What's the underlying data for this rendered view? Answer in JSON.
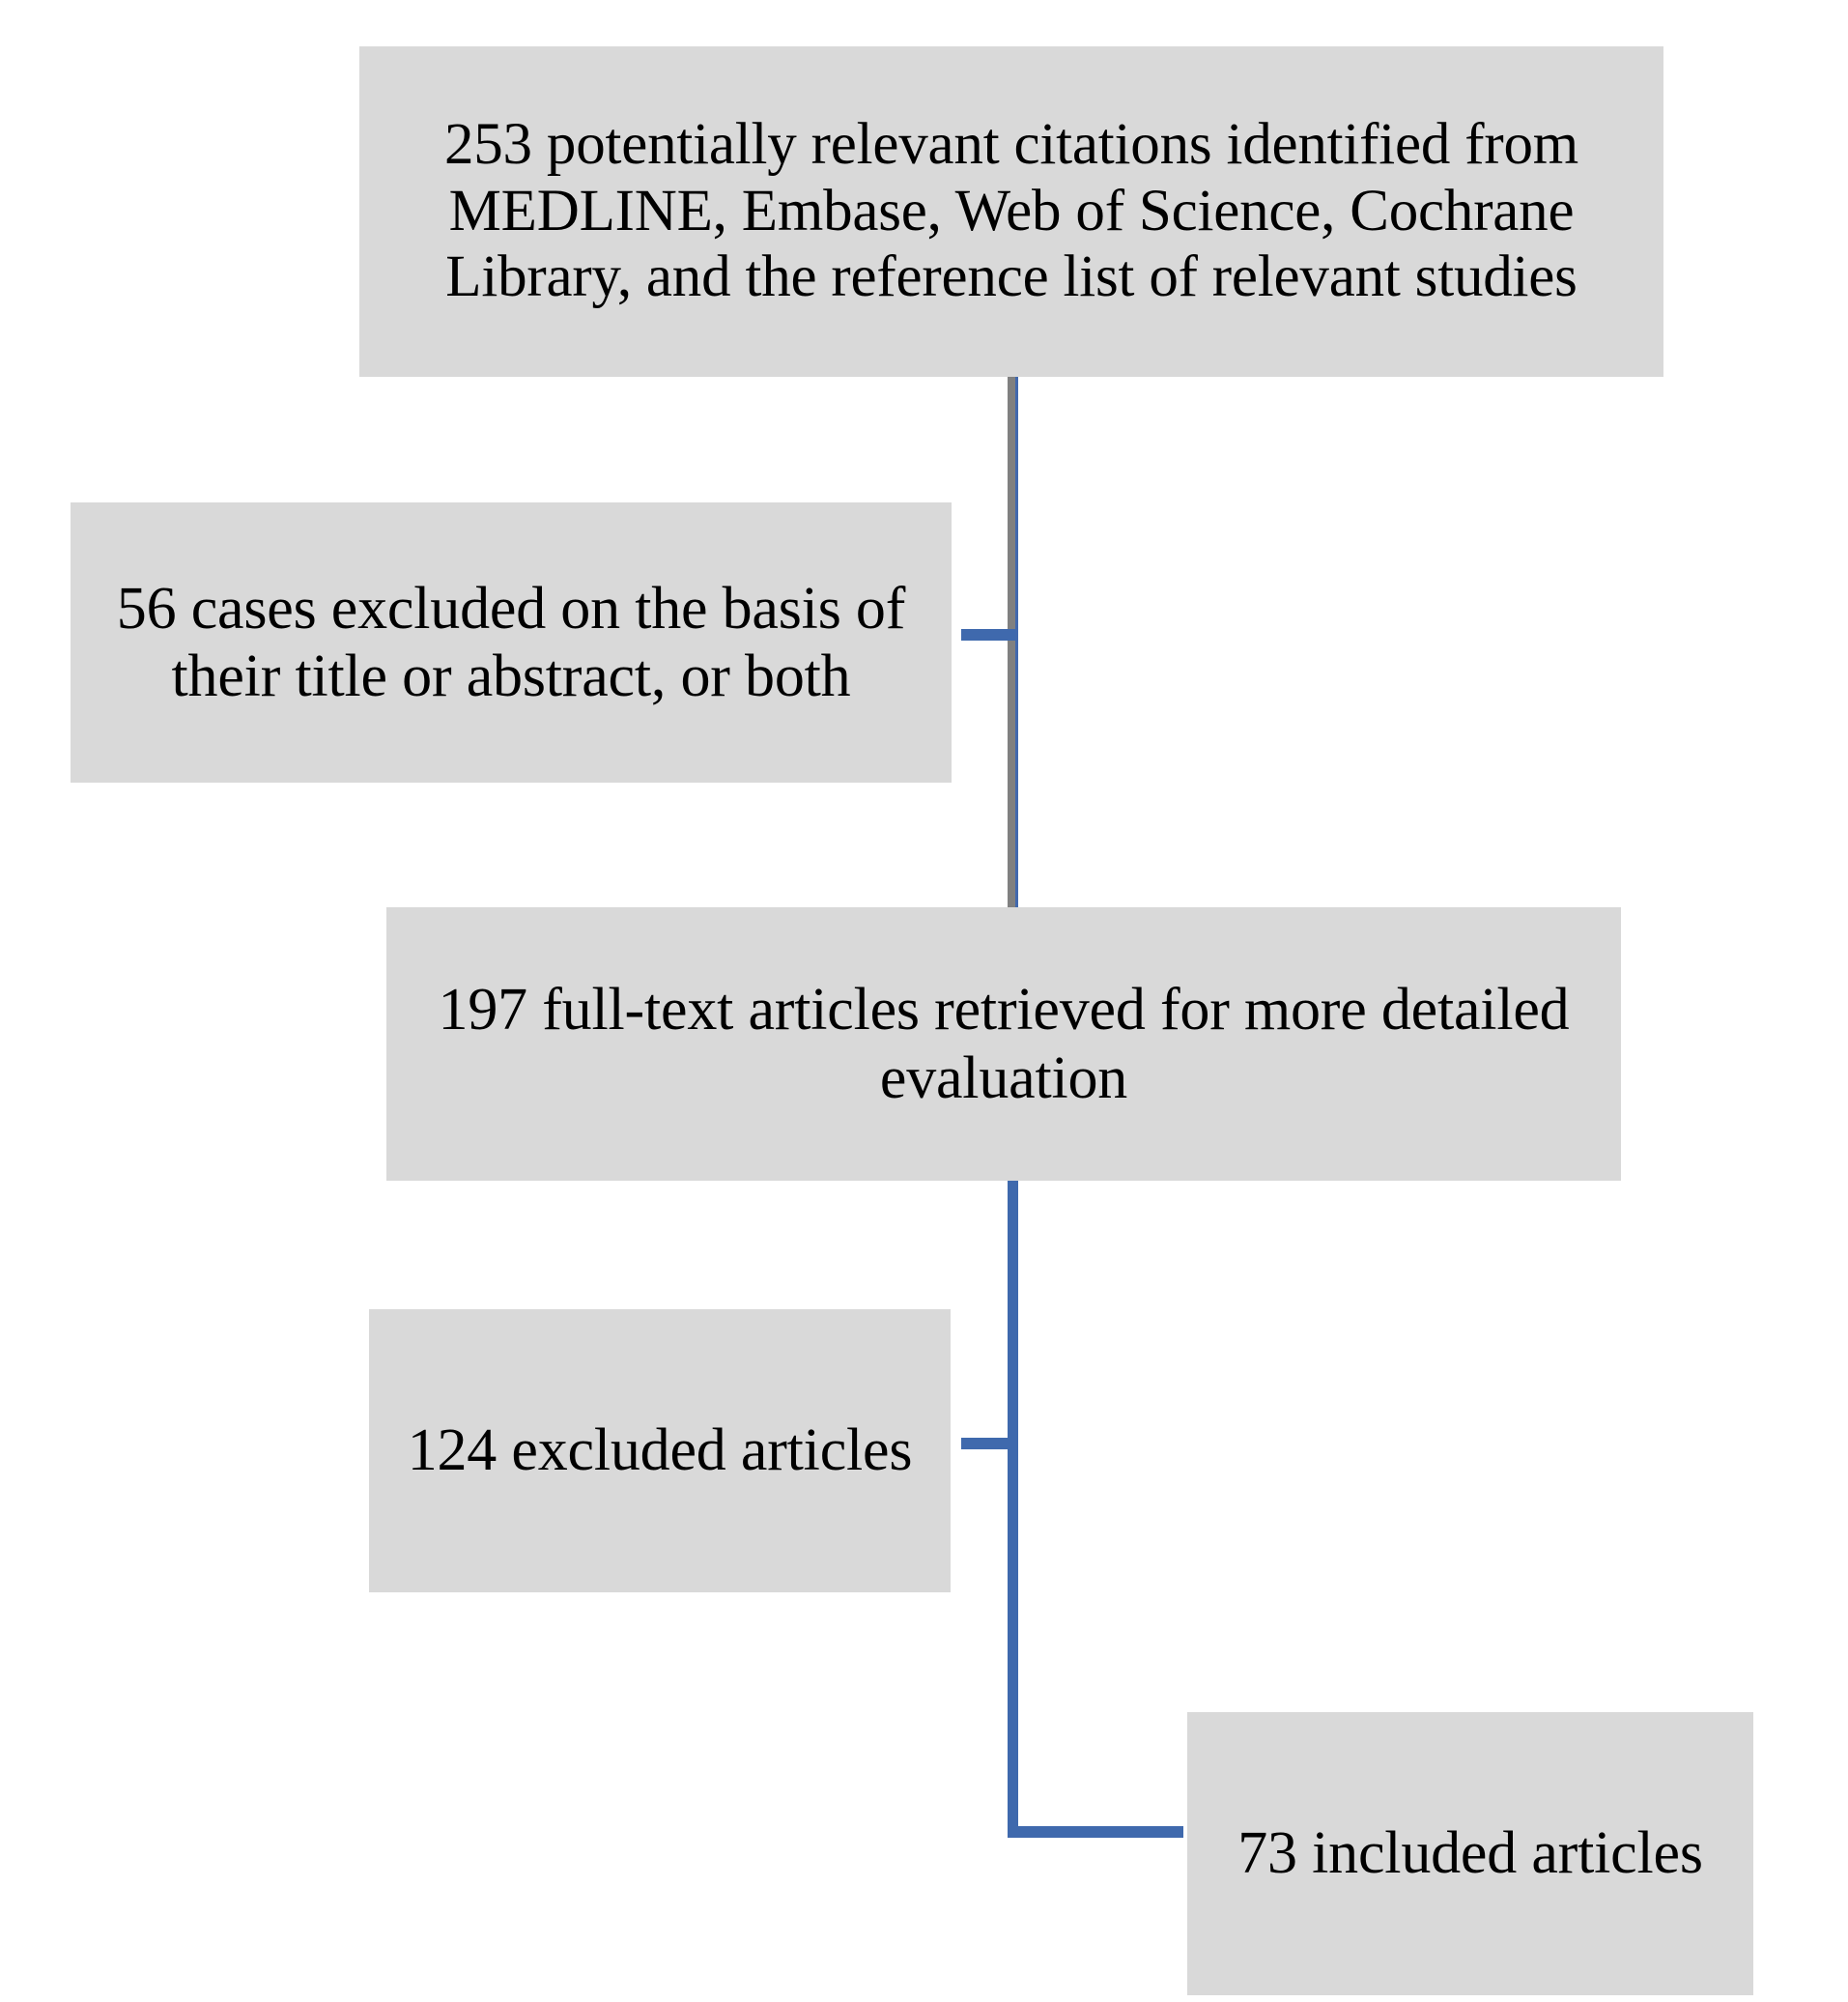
{
  "diagram": {
    "type": "prisma-study-selection-flowchart",
    "colors": {
      "box_fill": "#d9d9d9",
      "text": "#000000",
      "connector_blue": "#3f69ad",
      "connector_gray": "#808080",
      "background": "#ffffff"
    },
    "nodes": [
      {
        "id": "sources",
        "name": "identified-citations",
        "count": 253,
        "text": "253 potentially relevant citations identified from MEDLINE, Embase, Web of Science, Cochrane Library, and the reference list of relevant studies"
      },
      {
        "id": "excluded_title_abstract",
        "name": "excluded-by-title-or-abstract",
        "count": 56,
        "text": "56 cases excluded on the basis of their title or abstract, or both"
      },
      {
        "id": "fulltext",
        "name": "full-text-retrieved",
        "count": 197,
        "text": "197 full-text articles retrieved for more detailed evaluation"
      },
      {
        "id": "excluded_articles",
        "name": "excluded-articles",
        "count": 124,
        "text": "124 excluded articles"
      },
      {
        "id": "included_articles",
        "name": "included-articles",
        "count": 73,
        "text": "73 included articles"
      }
    ],
    "connectors": [
      {
        "id": "trunk_upper",
        "from": "sources",
        "to": "fulltext",
        "style": "vertical-gray-blue"
      },
      {
        "id": "stub_excluded_title",
        "from": "trunk_upper",
        "to": "excluded_title_abstract",
        "style": "horizontal-blue"
      },
      {
        "id": "trunk_lower",
        "from": "fulltext",
        "to": "included_articles",
        "style": "vertical-blue"
      },
      {
        "id": "stub_excluded_art",
        "from": "trunk_lower",
        "to": "excluded_articles",
        "style": "horizontal-blue"
      },
      {
        "id": "elbow_included_art",
        "from": "trunk_lower",
        "to": "included_articles",
        "style": "elbow-blue"
      }
    ]
  }
}
